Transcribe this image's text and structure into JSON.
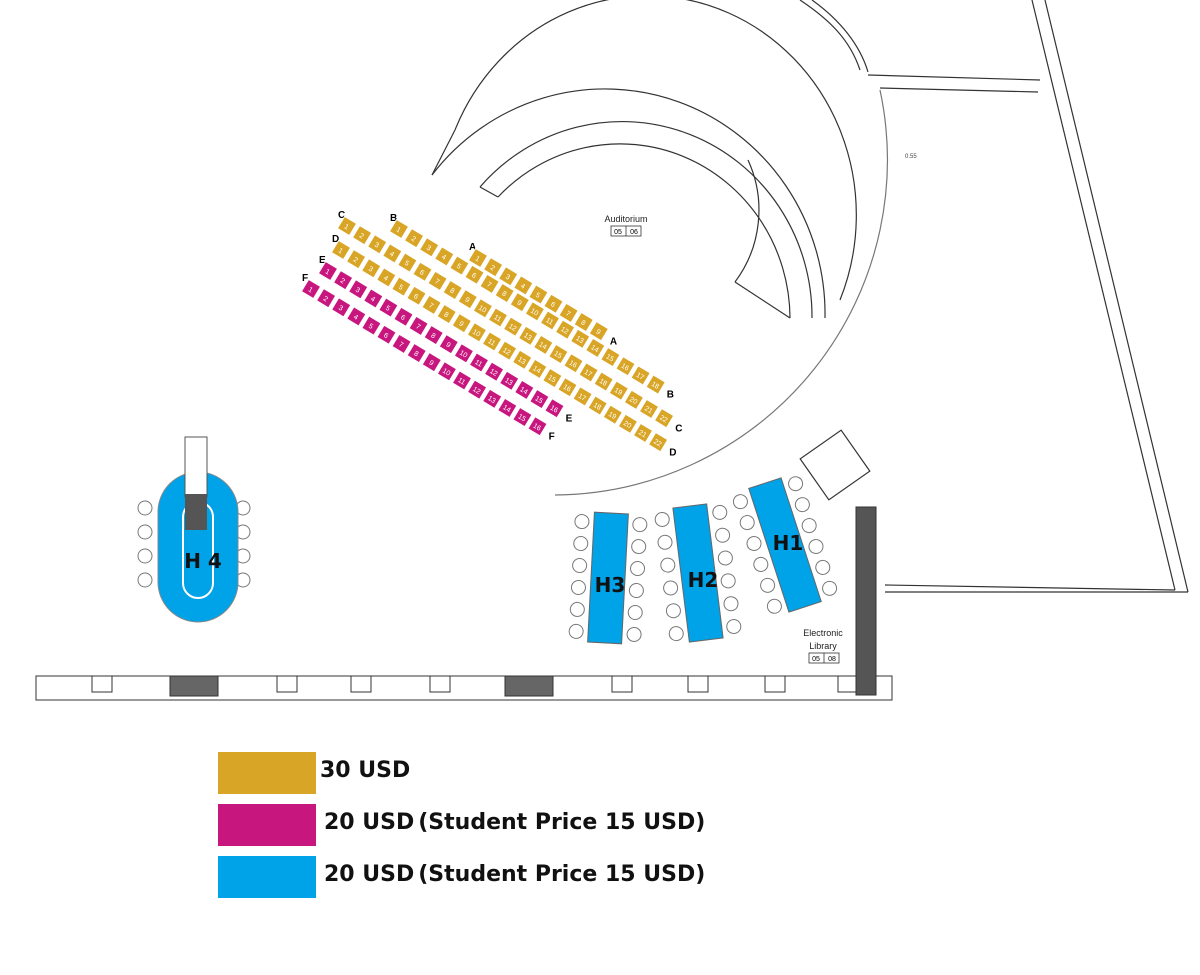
{
  "plan": {
    "auditorium_label": "Auditorium",
    "auditorium_room": [
      "05",
      "06"
    ],
    "library_label_1": "Electronic",
    "library_label_2": "Library",
    "library_room": [
      "05",
      "08"
    ],
    "dimension_note": "0.55"
  },
  "seat_rows": [
    {
      "row": "A",
      "count": 9,
      "tier": "gold"
    },
    {
      "row": "B",
      "count": 18,
      "tier": "gold"
    },
    {
      "row": "C",
      "count": 22,
      "tier": "gold"
    },
    {
      "row": "D",
      "count": 22,
      "tier": "gold"
    },
    {
      "row": "E",
      "count": 16,
      "tier": "magenta"
    },
    {
      "row": "F",
      "count": 16,
      "tier": "magenta"
    }
  ],
  "tables": [
    {
      "label": "H 4",
      "tier": "blue"
    },
    {
      "label": "H3",
      "tier": "blue"
    },
    {
      "label": "H2",
      "tier": "blue"
    },
    {
      "label": "H1",
      "tier": "blue"
    }
  ],
  "colors": {
    "gold": "#d9a526",
    "magenta": "#c8167f",
    "blue": "#00a2e8",
    "line": "#333333"
  },
  "legend": [
    {
      "tier": "gold",
      "price": "30 USD",
      "note": ""
    },
    {
      "tier": "magenta",
      "price": "20 USD",
      "note": "(Student Price 15 USD)"
    },
    {
      "tier": "blue",
      "price": "20 USD",
      "note": "(Student Price 15 USD)"
    }
  ]
}
